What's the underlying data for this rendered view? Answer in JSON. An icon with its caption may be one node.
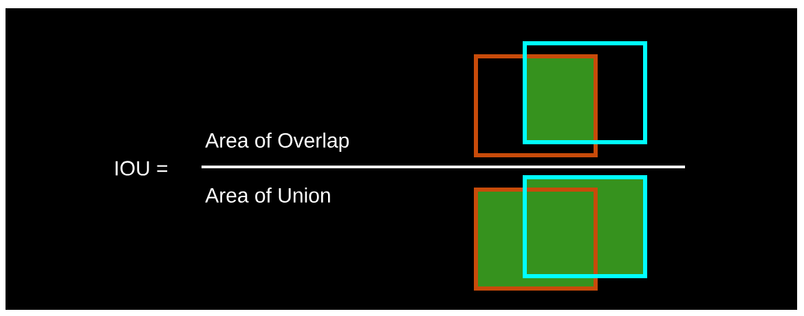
{
  "diagram": {
    "labels": [
      "IOU =",
      "Area of Overlap",
      "Area of Union"
    ]
  }
}
